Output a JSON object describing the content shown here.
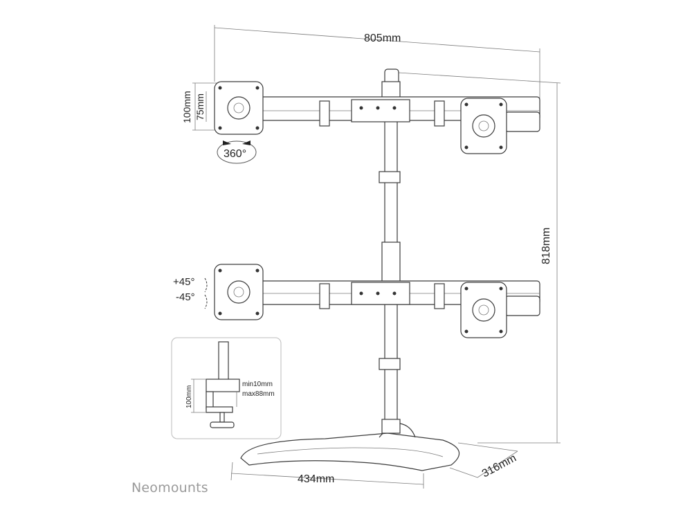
{
  "dimensions": {
    "width": "805mm",
    "height": "818mm",
    "vesa_outer": "100mm",
    "vesa_inner": "75mm",
    "rotation": "360°",
    "tilt_up": "+45°",
    "tilt_down": "-45°",
    "base_width": "434mm",
    "base_depth": "316mm"
  },
  "clamp_inset": {
    "height": "100mm",
    "min": "min10mm",
    "max": "max88mm"
  },
  "brand": "Neomounts",
  "colors": {
    "line": "#3a3a3a",
    "dim": "#9a9a9a",
    "brand": "#9a9a9a"
  }
}
